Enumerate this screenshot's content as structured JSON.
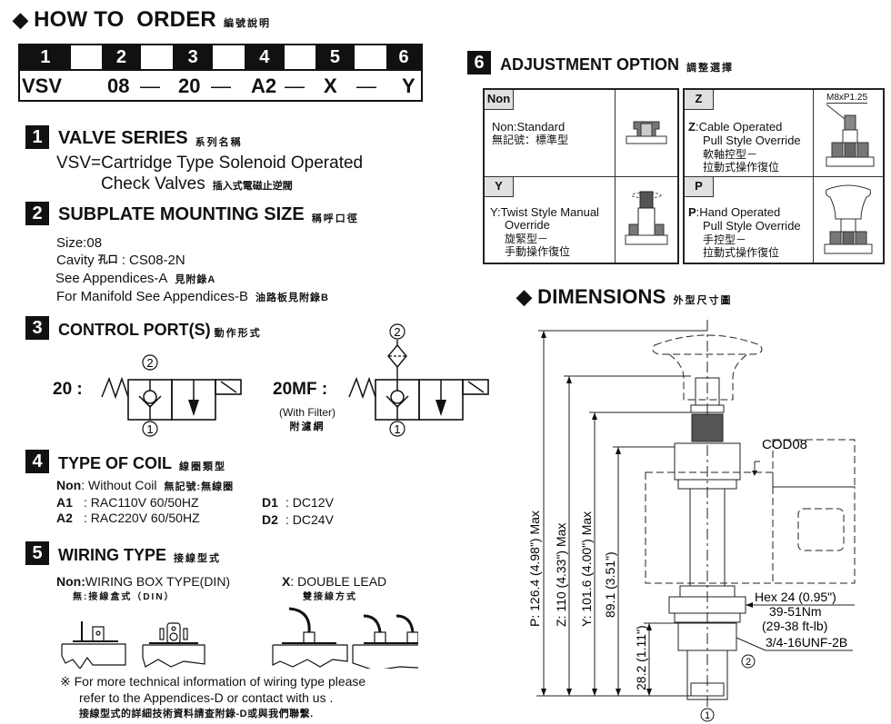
{
  "how_to_order": {
    "title": "HOW TO  ORDER",
    "title_zh": "編號說明",
    "diamond": "◆",
    "positions": [
      "1",
      "2",
      "3",
      "4",
      "5",
      "6"
    ],
    "example": {
      "series": "VSV",
      "size": "08",
      "control": "20",
      "coil": "A2",
      "wiring": "X",
      "adjustment": "Y",
      "separator": "—"
    }
  },
  "sections": {
    "valve_series": {
      "number": "1",
      "title": "VALVE SERIES",
      "title_zh": "系列名稱",
      "line1": "VSV=Cartridge Type Solenoid Operated",
      "line2": "Check Valves",
      "line2_zh": "插入式電磁止逆閥"
    },
    "mounting_size": {
      "number": "2",
      "title": "SUBPLATE MOUNTING SIZE",
      "title_zh": "稱呼口徑",
      "size": "Size:08",
      "cavity_label": "Cavity",
      "cavity_zh": "孔口",
      "cavity_value": ": CS08-2N",
      "see_a": "See Appendices-A",
      "see_a_zh": "見附錄A",
      "manifold": "For Manifold See Appendices-B",
      "manifold_zh": "油路板見附錄B"
    },
    "control_ports": {
      "number": "3",
      "title": "CONTROL PORT(S)",
      "title_zh": "動作形式",
      "option_20": "20 :",
      "option_20mf": "20MF :",
      "with_filter": "(With  Filter)",
      "with_filter_zh": "附濾網",
      "port_1": "1",
      "port_2": "2"
    },
    "coil": {
      "number": "4",
      "title": "TYPE OF COIL",
      "title_zh": "線圈類型",
      "non_code": "Non",
      "non_desc": ": Without Coil",
      "non_zh": "無記號:無線圈",
      "options": [
        {
          "code": "A1",
          "desc": ": RAC110V  60/50HZ"
        },
        {
          "code": "A2",
          "desc": ": RAC220V  60/50HZ"
        },
        {
          "code": "D1",
          "desc": ": DC12V"
        },
        {
          "code": "D2",
          "desc": ": DC24V"
        }
      ]
    },
    "wiring": {
      "number": "5",
      "title": "WIRING TYPE",
      "title_zh": "接線型式",
      "non_code": "Non:",
      "non_desc": "WIRING BOX TYPE(DIN)",
      "non_zh": "無:接線盒式（DIN）",
      "x_code": "X",
      "x_desc": ": DOUBLE LEAD",
      "x_zh": "雙接線方式",
      "note_mark": "※",
      "note_line1": "For more technical information of wiring type  please",
      "note_line2": "refer to the Appendices-D or contact with us .",
      "note_zh": "接線型式的詳細技術資料請查附錄-D或與我們聯繫."
    },
    "adjustment": {
      "number": "6",
      "title": "ADJUSTMENT OPTION",
      "title_zh": "調整選擇",
      "options": [
        {
          "tag": "Non",
          "line1": "Non:Standard",
          "line2": "",
          "zh1": "無記號：標準型",
          "zh2": ""
        },
        {
          "tag": "Z",
          "code": "Z",
          "line1": ":Cable Operated",
          "line2": "Pull Style Override",
          "zh1": "軟軸控型－",
          "zh2": "拉動式操作復位",
          "thread": "M8xP1.25"
        },
        {
          "tag": "Y",
          "line1": "Y:Twist Style Manual",
          "line2": "Override",
          "zh1": "旋緊型－",
          "zh2": "手動操作復位"
        },
        {
          "tag": "P",
          "code": "P",
          "line1": ":Hand Operated",
          "line2": "Pull Style Override",
          "zh1": "手控型－",
          "zh2": "拉動式操作復位"
        }
      ]
    }
  },
  "dimensions": {
    "title": "DIMENSIONS",
    "title_zh": "外型尺寸圖",
    "diamond": "◆",
    "dim_p": "P: 126.4 (4.98\") Max",
    "dim_z": "Z: 110 (4.33\") Max",
    "dim_y": "Y: 101.6 (4.00\") Max",
    "dim_body": "89.1 (3.51\")",
    "dim_bottom": "28.2 (1.11\")",
    "coil_label": "COD08",
    "hex": "Hex 24 (0.95\")",
    "torque_nm": "39-51Nm",
    "torque_ftlb": "(29-38 ft-lb)",
    "thread": "3/4-16UNF-2B",
    "port_1": "1",
    "port_2": "2"
  }
}
